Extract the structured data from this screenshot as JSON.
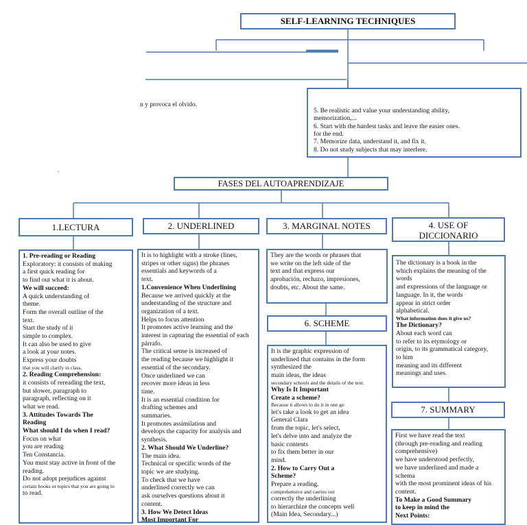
{
  "main_title": "SELF-LEARNING TECHNIQUES",
  "fragment_text": "n y provoca el olvido.",
  "dot_mark": ".",
  "tips": [
    "5.   Be  realistic  and  value  your  understanding  ability,",
    "        memorization,...",
    "6.   Start  with  the  hardest  tasks  and  leave  the  easier  ones.",
    "        for the end.",
    "7.   Memorize   data,   understand   it,   and   fix   it.",
    "8.   Do   not   study   subjects   that   may   interfere."
  ],
  "phases_title": "FASES DEL AUTOAPRENDIZAJE",
  "phases": [
    {
      "heading": "1.LECTURA",
      "lines": [
        {
          "t": "1. Pre-reading or Reading",
          "s": "b"
        },
        {
          "t": "Exploratory: it consists of making",
          "s": ""
        },
        {
          "t": "a first quick reading for",
          "s": ""
        },
        {
          "t": "to find out what it is about.",
          "s": ""
        },
        {
          "t": "We will succeed:",
          "s": "b"
        },
        {
          "t": "A quick understanding of",
          "s": ""
        },
        {
          "t": "theme.",
          "s": ""
        },
        {
          "t": "Form the overall outline of the",
          "s": ""
        },
        {
          "t": "text.",
          "s": ""
        },
        {
          "t": "Start the study of it",
          "s": ""
        },
        {
          "t": "simple to complex.",
          "s": ""
        },
        {
          "t": "It can also be used to give",
          "s": ""
        },
        {
          "t": "a look at your notes.",
          "s": ""
        },
        {
          "t": "Express your doubts",
          "s": ""
        },
        {
          "t": "that you will clarify in class.",
          "s": "sm"
        },
        {
          "t": "2. Reading Comprehension:",
          "s": "b"
        },
        {
          "t": "it consists of rereading the text,",
          "s": ""
        },
        {
          "t": "but slower, paragraph to",
          "s": ""
        },
        {
          "t": "paragraph, reflecting on it",
          "s": ""
        },
        {
          "t": "what we read.",
          "s": ""
        },
        {
          "t": "3. Attitudes Towards The",
          "s": "b"
        },
        {
          "t": "Reading",
          "s": "b"
        },
        {
          "t": "What should I do when I read?",
          "s": "b"
        },
        {
          "t": "Focus on what",
          "s": ""
        },
        {
          "t": "you are reading",
          "s": ""
        },
        {
          "t": "Ten Constancia.",
          "s": ""
        },
        {
          "t": "You must stay active in front of the",
          "s": ""
        },
        {
          "t": "reading.",
          "s": ""
        },
        {
          "t": "Do not adopt prejudices against",
          "s": ""
        },
        {
          "t": "certain books or topics that you are going to",
          "s": "sm"
        },
        {
          "t": "to read.",
          "s": ""
        }
      ]
    },
    {
      "heading": "2. UNDERLINED",
      "lines": [
        {
          "t": "It is to highlight with a stroke (lines,",
          "s": ""
        },
        {
          "t": "stripes or other signs) the phrases",
          "s": ""
        },
        {
          "t": "essentials and keywords of a",
          "s": ""
        },
        {
          "t": "text.",
          "s": ""
        },
        {
          "t": "1.Convenience When Underlining",
          "s": "b"
        },
        {
          "t": "Because we arrived quickly at the",
          "s": ""
        },
        {
          "t": "understanding of the structure and",
          "s": ""
        },
        {
          "t": "organization of a text.",
          "s": ""
        },
        {
          "t": "Helps to focus attention",
          "s": ""
        },
        {
          "t": "It promotes active learning and the",
          "s": ""
        },
        {
          "t": "interest in capturing the essential of each",
          "s": ""
        },
        {
          "t": "párrafo.",
          "s": ""
        },
        {
          "t": "The critical sense is increased of",
          "s": ""
        },
        {
          "t": "the reading because we highlight it",
          "s": ""
        },
        {
          "t": "essential of the secondary.",
          "s": ""
        },
        {
          "t": "Once underlined we can",
          "s": ""
        },
        {
          "t": "recover more ideas in less",
          "s": ""
        },
        {
          "t": "time.",
          "s": ""
        },
        {
          "t": "It is an essential condition for",
          "s": ""
        },
        {
          "t": "drafting schemes and",
          "s": ""
        },
        {
          "t": "summaries.",
          "s": ""
        },
        {
          "t": "It promotes assimilation and",
          "s": ""
        },
        {
          "t": "develops the capacity for analysis and",
          "s": ""
        },
        {
          "t": "synthesis.",
          "s": ""
        },
        {
          "t": "2. What Should We Underline?",
          "s": "b"
        },
        {
          "t": "The main idea.",
          "s": ""
        },
        {
          "t": "Technical or specific words of the",
          "s": ""
        },
        {
          "t": "topic we are studying.",
          "s": ""
        },
        {
          "t": "To check that we have",
          "s": ""
        },
        {
          "t": "underlined correctly we can",
          "s": ""
        },
        {
          "t": "ask ourselves questions about it",
          "s": ""
        },
        {
          "t": "content.",
          "s": ""
        },
        {
          "t": "3. How We Detect Ideas",
          "s": "b"
        },
        {
          "t": "Most Important For",
          "s": "b"
        }
      ]
    },
    {
      "heading": "3. MARGINAL NOTES",
      "lines": [
        {
          "t": "They are the words or phrases that",
          "s": ""
        },
        {
          "t": "we write on the left side of the",
          "s": ""
        },
        {
          "t": "text and that express our",
          "s": ""
        },
        {
          "t": "aprobación, rechazo, impresiones,",
          "s": ""
        },
        {
          "t": "doubts, etc. About the same.",
          "s": ""
        }
      ]
    },
    {
      "heading": "4. USE OF DICCIONARIO",
      "lines": [
        {
          "t": "The dictionary is a book in the",
          "s": ""
        },
        {
          "t": "which explains the meaning of the",
          "s": ""
        },
        {
          "t": "words",
          "s": ""
        },
        {
          "t": "and expressions of the language or",
          "s": ""
        },
        {
          "t": "language. In it, the words",
          "s": ""
        },
        {
          "t": "appear in strict order",
          "s": ""
        },
        {
          "t": "alphabetical.",
          "s": ""
        },
        {
          "t": "What information does it give us?",
          "s": "sm b"
        },
        {
          "t": "The Dictionary?",
          "s": "b"
        },
        {
          "t": "About each word can",
          "s": ""
        },
        {
          "t": "to refer to its etymology or",
          "s": ""
        },
        {
          "t": "origin, to its grammatical category,",
          "s": ""
        },
        {
          "t": "to him",
          "s": ""
        },
        {
          "t": "meaning and its different",
          "s": ""
        },
        {
          "t": "meanings and uses.",
          "s": ""
        }
      ]
    },
    {
      "heading": "6. SCHEME",
      "lines": [
        {
          "t": "It is the graphic expression of",
          "s": ""
        },
        {
          "t": "underlined that contains in the form",
          "s": ""
        },
        {
          "t": "synthesized the",
          "s": ""
        },
        {
          "t": "main ideas, the ideas",
          "s": ""
        },
        {
          "t": "secondary schools and the details of the text.",
          "s": "sm"
        },
        {
          "t": "Why Is It Important",
          "s": "b"
        },
        {
          "t": "Create a scheme?",
          "s": "b"
        },
        {
          "t": "Because it allows to do it in one go",
          "s": "sm"
        },
        {
          "t": "let's take a look to get an idea",
          "s": ""
        },
        {
          "t": "General Clara",
          "s": ""
        },
        {
          "t": "from the topic, let's select,",
          "s": ""
        },
        {
          "t": "let's delve into and analyze the",
          "s": ""
        },
        {
          "t": "basic contents",
          "s": ""
        },
        {
          "t": "to fix them better in our",
          "s": ""
        },
        {
          "t": "mind.",
          "s": ""
        },
        {
          "t": "2. How to Carry Out a",
          "s": "b"
        },
        {
          "t": "Scheme?",
          "s": "b"
        },
        {
          "t": "Prepare a reading.",
          "s": ""
        },
        {
          "t": "comprehensive and carries out",
          "s": "sm"
        },
        {
          "t": "correctly the underlining",
          "s": ""
        },
        {
          "t": "to hierarchize the concepts well",
          "s": ""
        },
        {
          "t": "(Main Idea, Secondary...)",
          "s": ""
        }
      ]
    },
    {
      "heading": "7. SUMMARY",
      "lines": [
        {
          "t": "First we have read the text",
          "s": ""
        },
        {
          "t": "(through pre-reading and reading",
          "s": ""
        },
        {
          "t": "comprehensive)",
          "s": ""
        },
        {
          "t": "we have understood perfectly,",
          "s": ""
        },
        {
          "t": "we have underlined and made a",
          "s": ""
        },
        {
          "t": "schema",
          "s": ""
        },
        {
          "t": "with the most prominent ideas of his",
          "s": ""
        },
        {
          "t": "content.",
          "s": ""
        },
        {
          "t": "To Make a Good Summary",
          "s": "b"
        },
        {
          "t": "to keep in mind the",
          "s": "b"
        },
        {
          "t": "Next Points:",
          "s": "b"
        }
      ]
    }
  ]
}
